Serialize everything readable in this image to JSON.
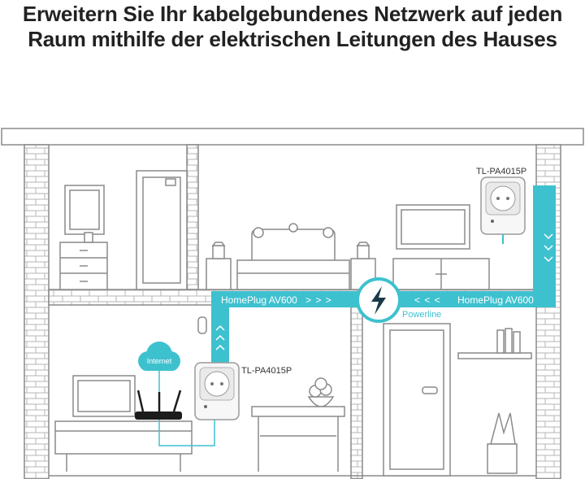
{
  "headline": {
    "line1": "Erweitern Sie Ihr kabelgebundenes Netzwerk auf jeden",
    "line2": "Raum mithilfe der elektrischen Leitungen des Hauses"
  },
  "labels": {
    "adapter_top": "TL-PA4015P",
    "adapter_bottom": "TL-PA4015P",
    "homeplug_left": "HomePlug AV600",
    "homeplug_right": "HomePlug AV600",
    "powerline": "Powerline",
    "internet": "Internet",
    "arrows_right": "> > >",
    "arrows_left": "< < <"
  },
  "colors": {
    "accent": "#3ec1cf",
    "line": "#8a8a8a",
    "text": "#222222",
    "bolt": "#1a3a4a",
    "label_text": "#ffffff",
    "device_label": "#333333",
    "powerline_label": "#3ec1cf"
  },
  "icons": [
    "lightning-bolt-icon",
    "cloud-icon",
    "router-icon",
    "powerline-adapter-icon"
  ]
}
